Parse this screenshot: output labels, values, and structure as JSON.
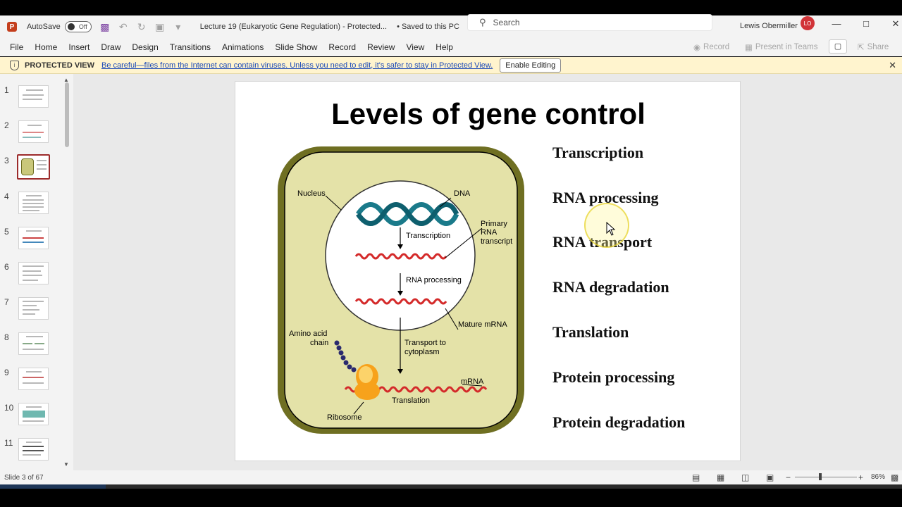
{
  "titlebar": {
    "app_icon_label": "P",
    "autosave_label": "AutoSave",
    "autosave_state": "Off",
    "document_title": "Lecture 19 (Eukaryotic Gene Regulation)  -  Protected...",
    "saved_status": "• Saved to this PC",
    "search_placeholder": "Search",
    "user_name": "Lewis Obermiller",
    "user_initials": "LO"
  },
  "menu": {
    "items": [
      "File",
      "Home",
      "Insert",
      "Draw",
      "Design",
      "Transitions",
      "Animations",
      "Slide Show",
      "Record",
      "Review",
      "View",
      "Help"
    ],
    "record_label": "Record",
    "present_label": "Present in Teams",
    "share_label": "Share"
  },
  "protected_view": {
    "title": "PROTECTED VIEW",
    "message": "Be careful—files from the Internet can contain viruses. Unless you need to edit, it's safer to stay in Protected View.",
    "enable_button": "Enable Editing"
  },
  "thumbnails": {
    "numbers": [
      "1",
      "2",
      "3",
      "4",
      "5",
      "6",
      "7",
      "8",
      "9",
      "10",
      "11"
    ],
    "active_index": 3
  },
  "slide": {
    "title": "Levels of gene control",
    "levels": [
      "Transcription",
      "RNA processing",
      "RNA transport",
      "RNA degradation",
      "Translation",
      "Protein processing",
      "Protein degradation"
    ],
    "diagram_labels": {
      "nucleus": "Nucleus",
      "dna": "DNA",
      "transcription": "Transcription",
      "primary_1": "Primary",
      "primary_2": "RNA",
      "primary_3": "transcript",
      "rna_processing": "RNA processing",
      "mature_mrna": "Mature mRNA",
      "amino_1": "Amino acid",
      "amino_2": "chain",
      "transport_1": "Transport to",
      "transport_2": "cytoplasm",
      "mrna": "mRNA",
      "translation": "Translation",
      "ribosome": "Ribosome"
    }
  },
  "statusbar": {
    "slide_counter": "Slide 3 of 67",
    "zoom": "86%"
  },
  "colors": {
    "cell_outer": "#6f6f22",
    "cell_fill": "#e4e2a8",
    "dna": "#1a7a8a",
    "rna": "#d42a2a",
    "ribosome": "#f7a21b",
    "accent_red": "#9c2b2b"
  }
}
